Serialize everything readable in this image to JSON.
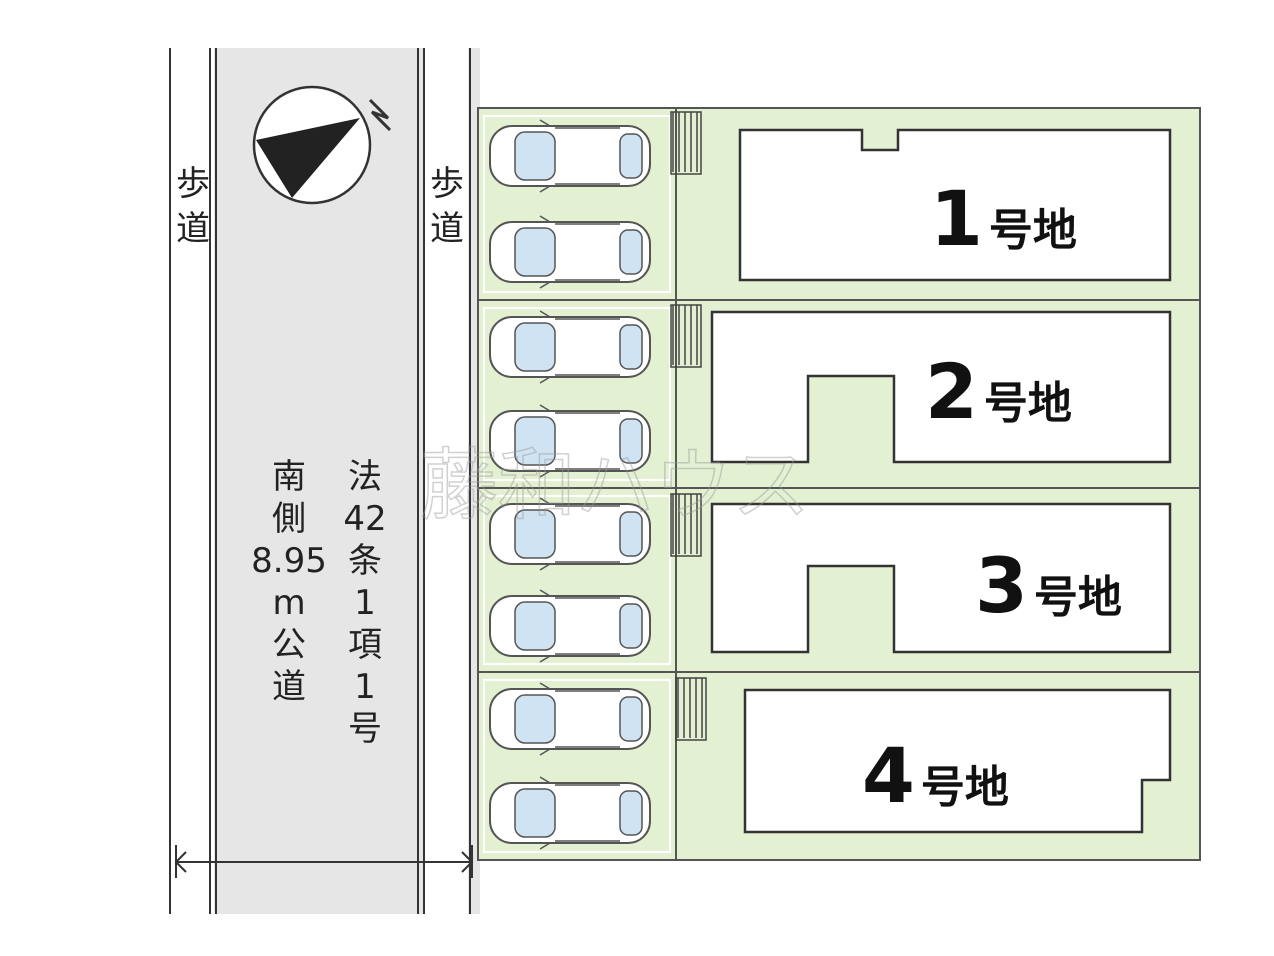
{
  "road": {
    "sidewalk_left": [
      "歩",
      "道"
    ],
    "sidewalk_right": [
      "歩",
      "道"
    ],
    "road_name": [
      "南",
      "側",
      "8.95",
      "m",
      "公",
      "道"
    ],
    "road_law": [
      "法",
      "42",
      "条",
      "1",
      "項",
      "1",
      "号"
    ]
  },
  "compass": {
    "north_label": "N"
  },
  "lots": [
    {
      "number": "1",
      "suffix": "号地",
      "parking_spaces": 2
    },
    {
      "number": "2",
      "suffix": "号地",
      "parking_spaces": 2
    },
    {
      "number": "3",
      "suffix": "号地",
      "parking_spaces": 2
    },
    {
      "number": "4",
      "suffix": "号地",
      "parking_spaces": 2
    }
  ],
  "watermark": "藤和ハウス",
  "colors": {
    "lot_green": "#e3f0d2",
    "road_gray": "#e6e6e6",
    "line": "#333333",
    "car_glass": "#cfe3f3"
  }
}
